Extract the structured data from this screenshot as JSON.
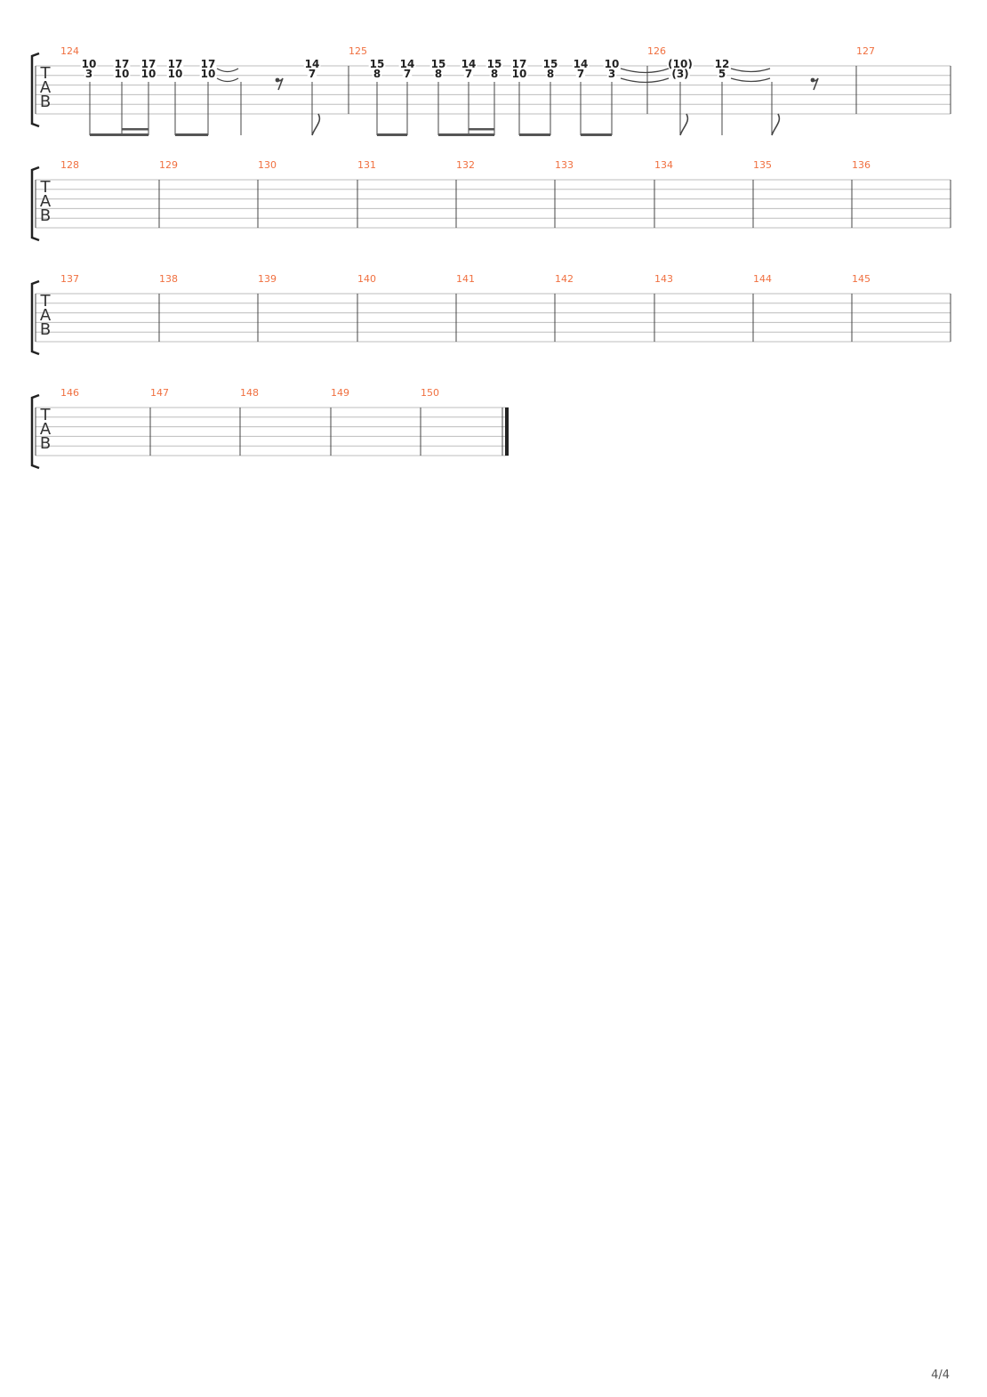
{
  "tab_letters": [
    "T",
    "A",
    "B"
  ],
  "page_number": "4/4",
  "systems": [
    {
      "bars": [
        "124",
        "125",
        "126",
        "127"
      ]
    },
    {
      "bars": [
        "128",
        "129",
        "130",
        "131",
        "132",
        "133",
        "134",
        "135",
        "136"
      ]
    },
    {
      "bars": [
        "137",
        "138",
        "139",
        "140",
        "141",
        "142",
        "143",
        "144",
        "145"
      ]
    },
    {
      "bars": [
        "146",
        "147",
        "148",
        "149",
        "150"
      ]
    }
  ],
  "notes": [
    {
      "top": "10",
      "bottom": "3"
    },
    {
      "top": "17",
      "bottom": "10"
    },
    {
      "top": "17",
      "bottom": "10"
    },
    {
      "top": "17",
      "bottom": "10"
    },
    {
      "top": "17",
      "bottom": "10"
    },
    {
      "top": "14",
      "bottom": "7"
    },
    {
      "top": "15",
      "bottom": "8"
    },
    {
      "top": "14",
      "bottom": "7"
    },
    {
      "top": "15",
      "bottom": "8"
    },
    {
      "top": "14",
      "bottom": "7"
    },
    {
      "top": "15",
      "bottom": "8"
    },
    {
      "top": "17",
      "bottom": "10"
    },
    {
      "top": "15",
      "bottom": "8"
    },
    {
      "top": "14",
      "bottom": "7"
    },
    {
      "top": "10",
      "bottom": "3"
    },
    {
      "top": "(10)",
      "bottom": "(3)"
    },
    {
      "top": "12",
      "bottom": "5"
    }
  ]
}
